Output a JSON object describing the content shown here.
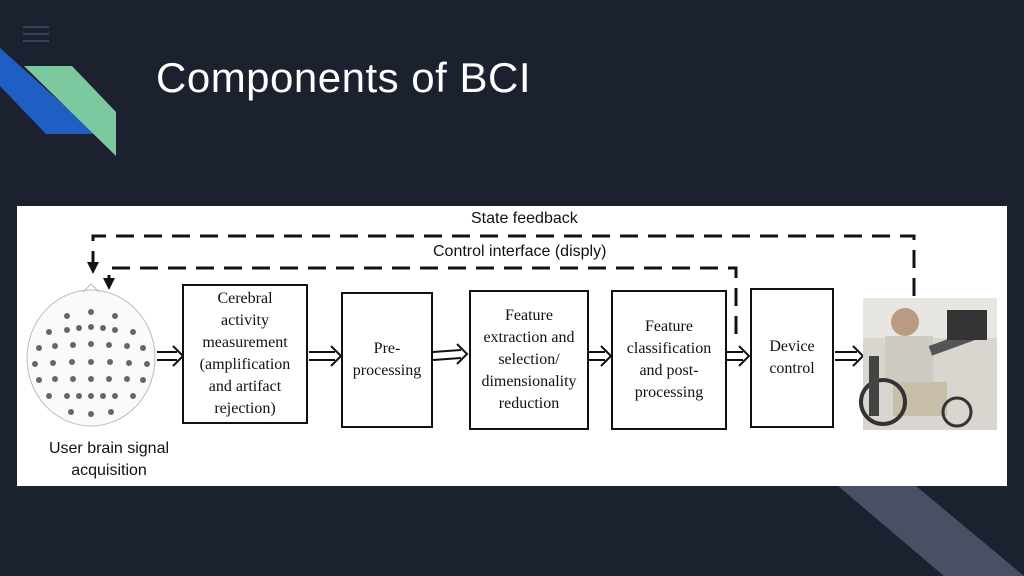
{
  "slide": {
    "title": "Components of BCI",
    "colors": {
      "background": "#1c2130",
      "accent_blue": "#1f5fc4",
      "accent_green": "#7cc9a0",
      "accent_gray": "#4a5063"
    }
  },
  "diagram": {
    "feedback_outer_label": "State feedback",
    "feedback_inner_label": "Control interface (disply)",
    "acquisition_label": "User brain signal\nacquisition",
    "stages": [
      {
        "label": "Cerebral\nactivity\nmeasurement\n(amplification\nand artifact\nrejection)"
      },
      {
        "label": "Pre-\nprocessing"
      },
      {
        "label": "Feature\nextraction and\nselection/\ndimensionality\nreduction"
      },
      {
        "label": "Feature\nclassification\nand post-\nprocessing"
      },
      {
        "label": "Device\ncontrol"
      }
    ],
    "icons": [
      "eeg-electrode-head-icon",
      "wheelchair-user-photo"
    ]
  }
}
